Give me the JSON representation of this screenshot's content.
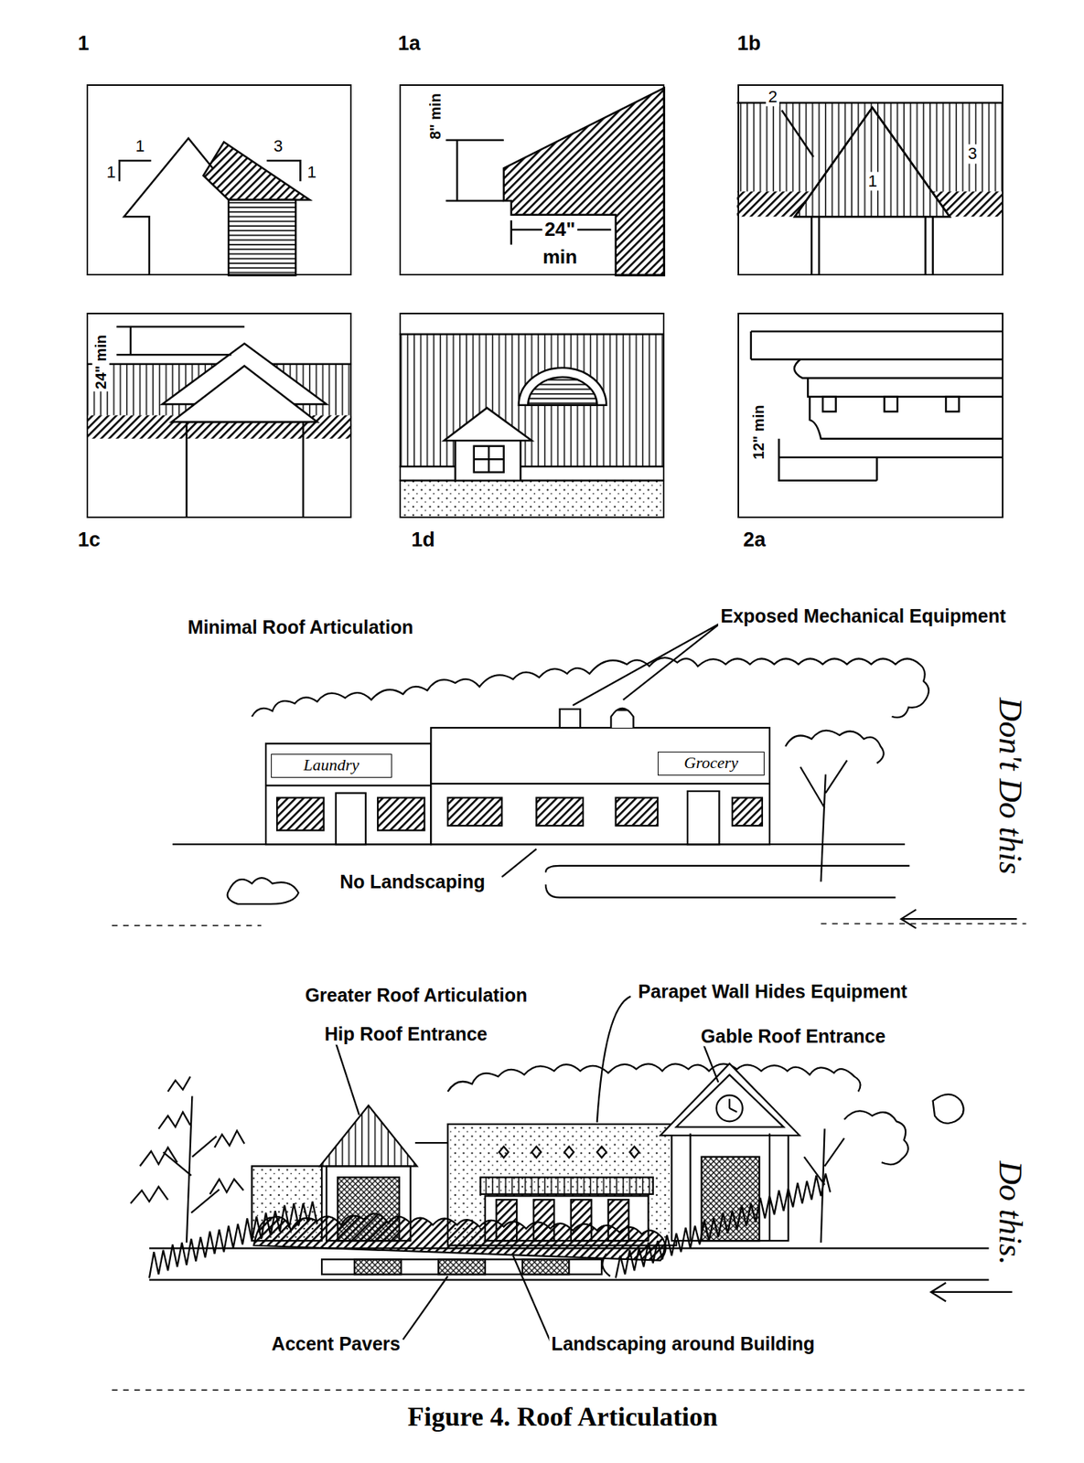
{
  "diagram": {
    "caption": "Figure 4. Roof Articulation",
    "nodes": [
      {
        "text": [
          "1"
        ]
      },
      {
        "text": [
          "1a"
        ]
      },
      {
        "text": [
          "1b"
        ]
      },
      {
        "text": [
          "1c"
        ]
      },
      {
        "text": [
          "1d"
        ]
      },
      {
        "text": [
          "2a"
        ]
      },
      {
        "text": [
          "Laundry"
        ]
      },
      {
        "text": [
          "Grocery"
        ]
      }
    ],
    "labels": [
      "1",
      "1",
      "3",
      "1",
      "8\" min",
      "24\"",
      "min",
      "2",
      "1",
      "3",
      "24\" min",
      "12\" min",
      "Minimal Roof Articulation",
      "Exposed Mechanical Equipment",
      "No Landscaping",
      "Don't Do this",
      "Greater Roof Articulation",
      "Hip Roof Entrance",
      "Parapet Wall Hides Equipment",
      "Gable Roof Entrance",
      "Accent Pavers",
      "Landscaping around Building",
      "Do this."
    ]
  }
}
